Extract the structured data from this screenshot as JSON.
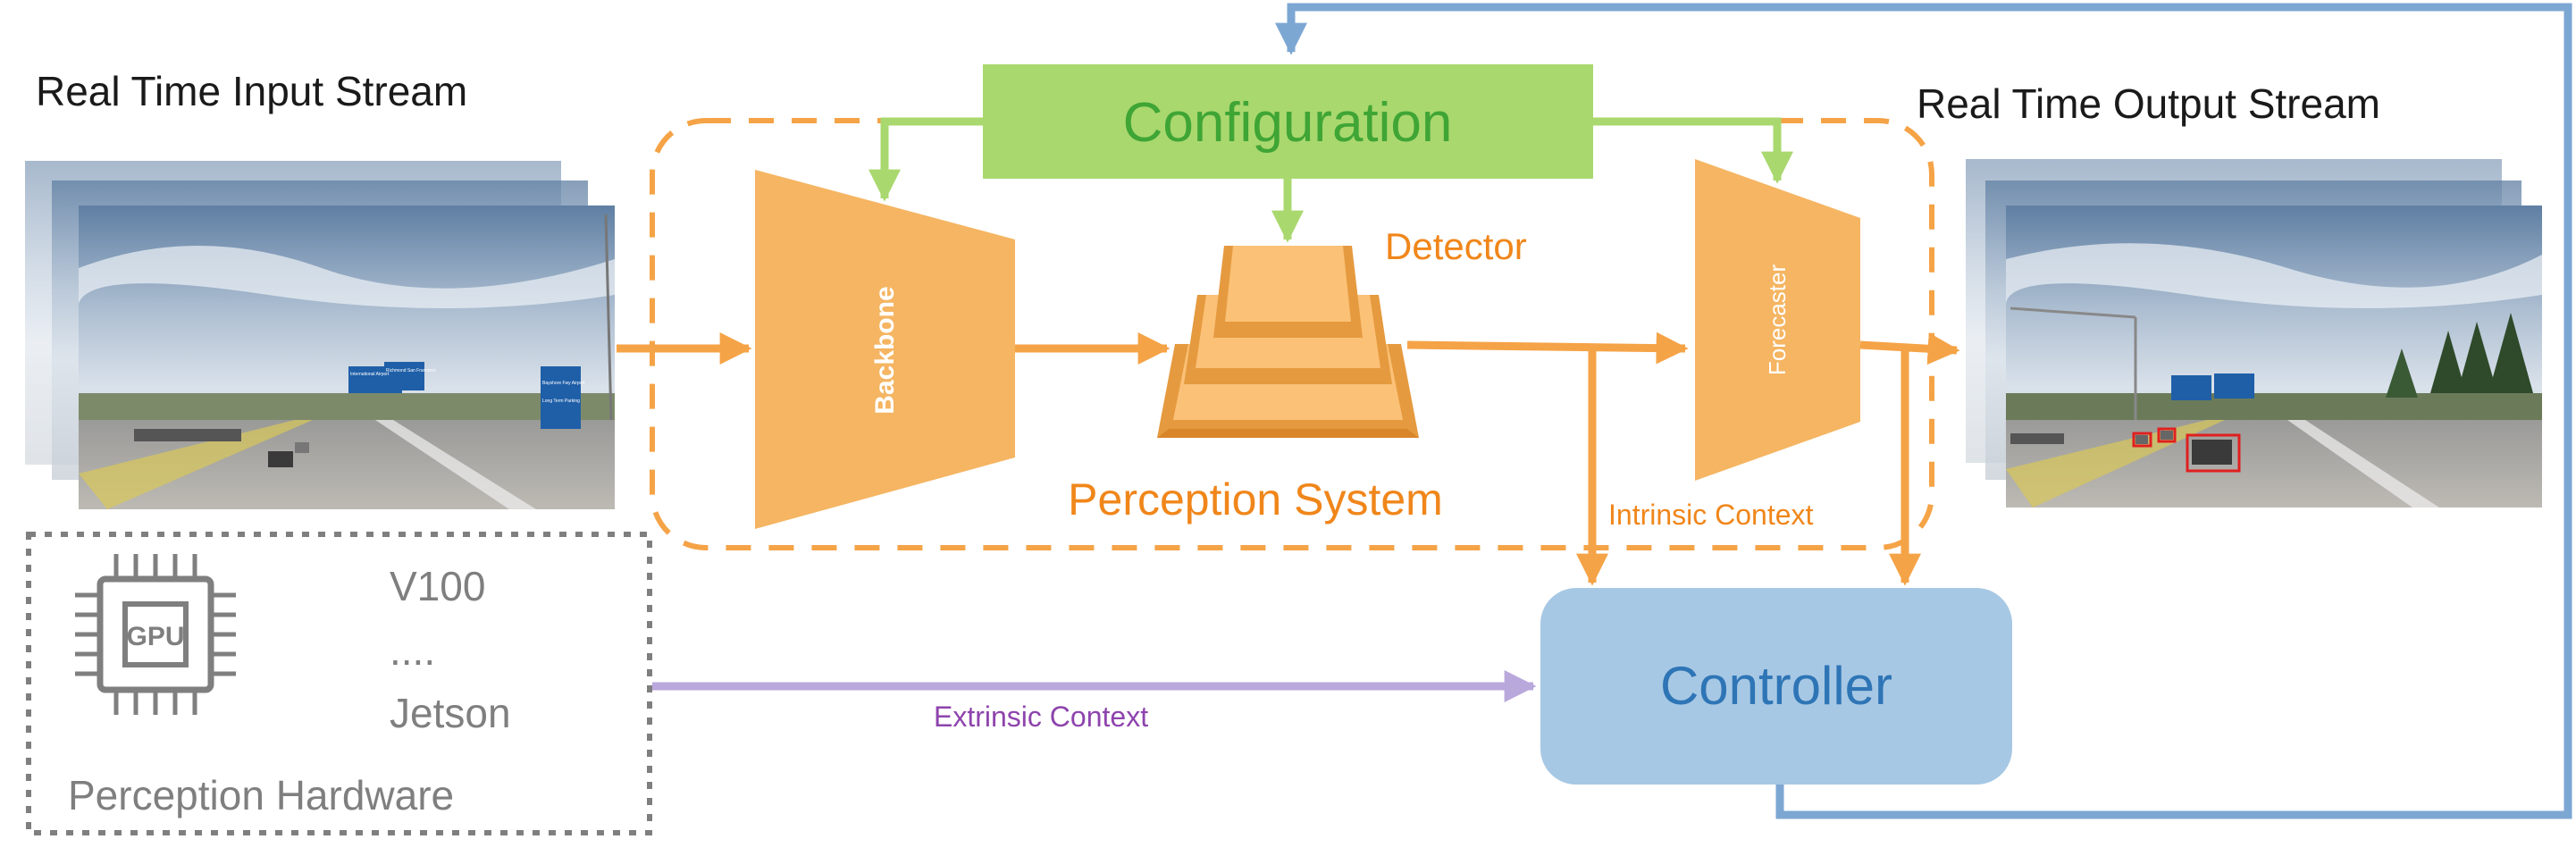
{
  "labels": {
    "input_stream": "Real Time Input Stream",
    "output_stream": "Real Time Output Stream",
    "configuration": "Configuration",
    "backbone": "Backbone",
    "detector": "Detector",
    "forecaster": "Forecaster",
    "perception_system": "Perception System",
    "intrinsic_context": "Intrinsic Context",
    "extrinsic_context": "Extrinsic Context",
    "controller": "Controller",
    "gpu": "GPU",
    "hw_v100": "V100",
    "hw_dots": "....",
    "hw_jetson": "Jetson",
    "perception_hardware": "Perception Hardware",
    "sign_text_1": "International Airport",
    "sign_text_2": "Richmond San Francisco",
    "sign_text_3": "Bayshore Fwy Airport",
    "sign_text_4": "Long Term Parking"
  },
  "colors": {
    "orange": "#f5a347",
    "orange_text": "#f0861a",
    "green_box": "#a9d86e",
    "green_text": "#3fa535",
    "blue_box": "#a7c8e4",
    "blue_text": "#2e75b6",
    "blue_line": "#7da7d3",
    "purple_line": "#b9a8dc",
    "purple_text": "#8e44ad",
    "gray": "#7f7f7f",
    "detection_box": "#e02020"
  }
}
